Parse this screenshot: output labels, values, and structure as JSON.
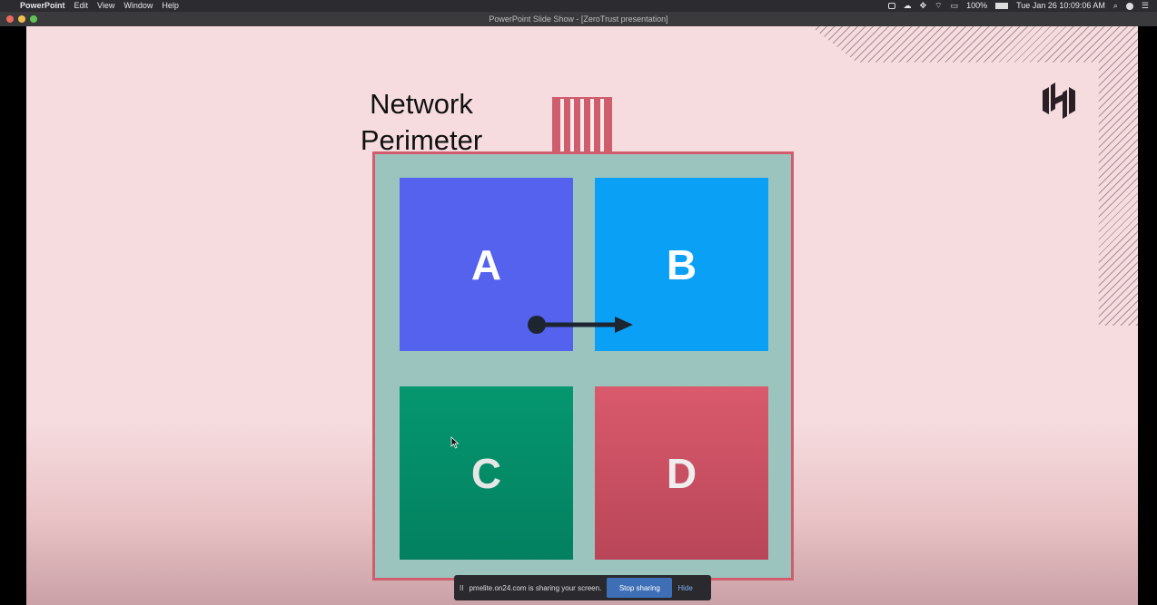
{
  "menubar": {
    "apple": "",
    "app": "PowerPoint",
    "items": [
      "Edit",
      "View",
      "Window",
      "Help"
    ],
    "battery": "100%",
    "clock": "Tue Jan 26  10:09:06 AM"
  },
  "window": {
    "title": "PowerPoint Slide Show - [ZeroTrust presentation]"
  },
  "slide": {
    "title_line1": "Network",
    "title_line2": "Perimeter",
    "zones": {
      "a": "A",
      "b": "B",
      "c": "C",
      "d": "D"
    }
  },
  "sharebar": {
    "pause": "II",
    "message": "pmelite.on24.com is sharing your screen.",
    "stop": "Stop sharing",
    "hide": "Hide"
  },
  "colors": {
    "perimeter": "#cf5d6d",
    "inner": "#9cc4bf",
    "zone_a": "#5562ee",
    "zone_b": "#0aa0f5",
    "zone_c": "#05976f",
    "zone_d": "#d95a6c"
  }
}
